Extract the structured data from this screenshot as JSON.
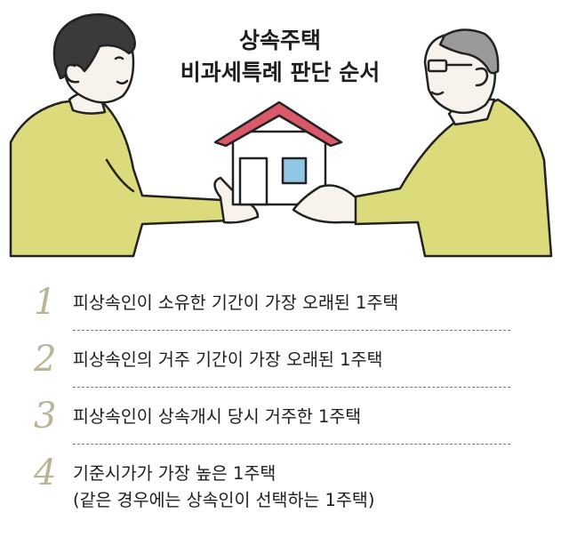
{
  "title": {
    "line1": "상속주택",
    "line2": "비과세특례 판단 순서"
  },
  "steps": [
    {
      "number": "1",
      "text": "피상속인이 소유한 기간이 가장 오래된 1주택",
      "sub": ""
    },
    {
      "number": "2",
      "text": "피상속인의 거주 기간이 가장 오래된 1주택",
      "sub": ""
    },
    {
      "number": "3",
      "text": "피상속인이 상속개시 당시 거주한 1주택",
      "sub": ""
    },
    {
      "number": "4",
      "text": "기준시가가 가장 높은 1주택",
      "sub": "(같은 경우에는 상속인이 선택하는 1주택)"
    }
  ],
  "colors": {
    "shirt": "#dcdb7c",
    "roof": "#d9596b",
    "window": "#8fc7e4",
    "step_number": "#b9b493",
    "hair_young": "#3a3a3a",
    "hair_old": "#9a9a9a"
  },
  "icons": [
    "young-man-figure",
    "old-man-figure",
    "house-icon"
  ]
}
